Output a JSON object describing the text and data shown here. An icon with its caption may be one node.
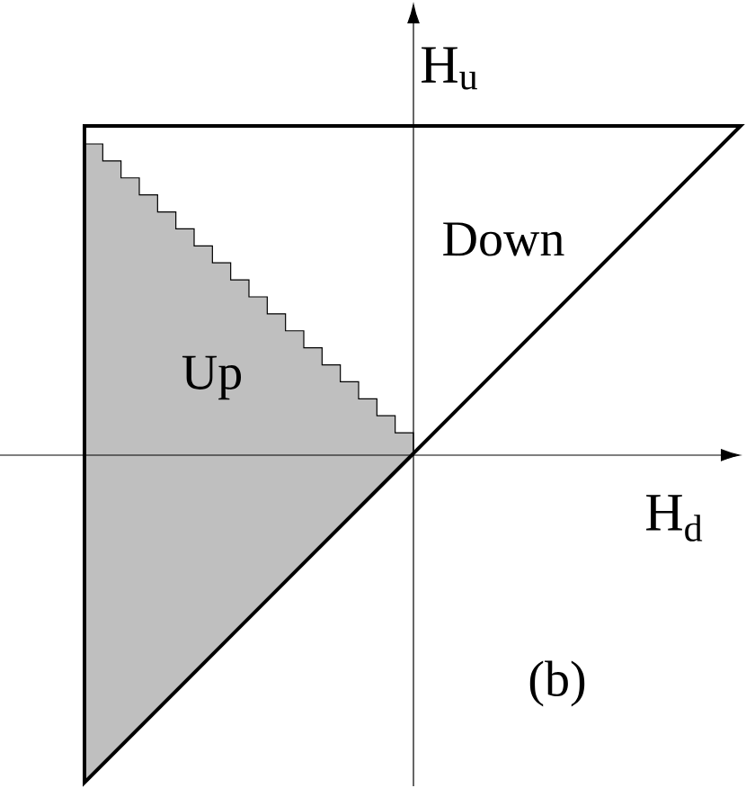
{
  "diagram": {
    "labels": [
      "H$_{u}$",
      "Down",
      "Up",
      "H$_{d}$",
      "(b)"
    ]
  }
}
